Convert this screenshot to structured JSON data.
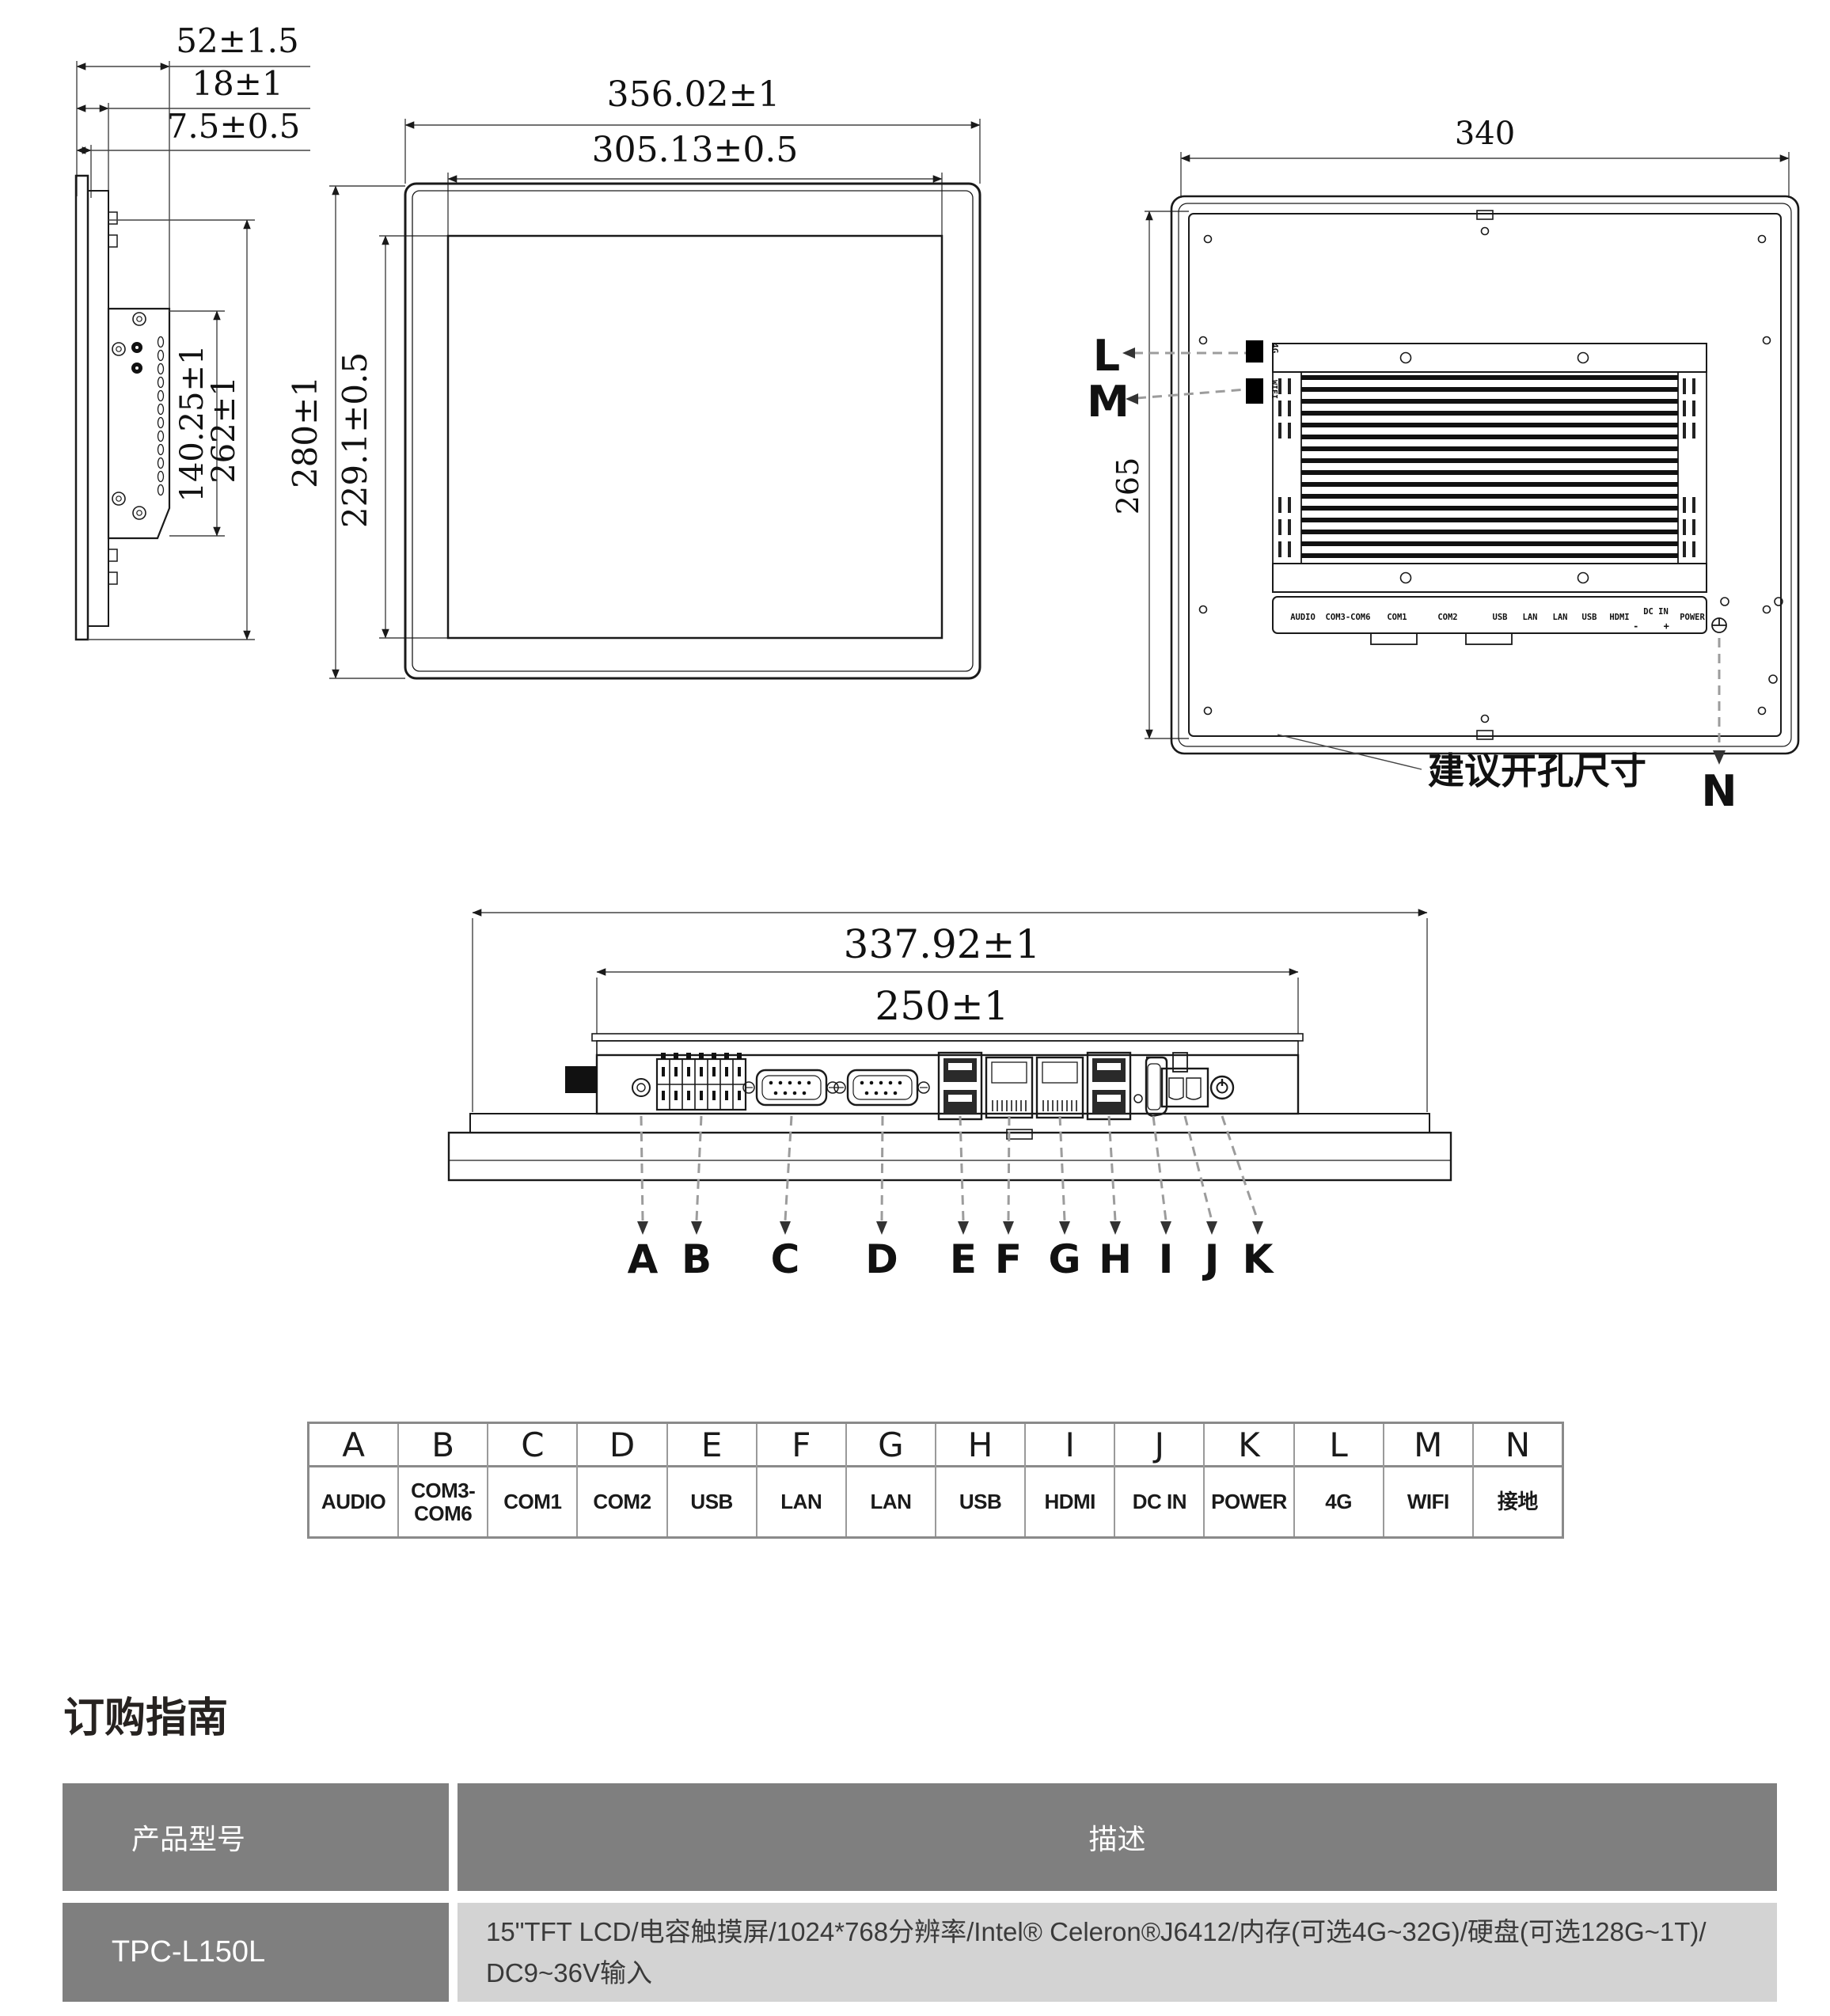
{
  "side_view": {
    "dim_depth_total": "52±1.5",
    "dim_depth_front": "18±1",
    "dim_depth_bezel": "7.5±0.5",
    "dim_height_inner": "140.25±1",
    "dim_height_body": "262±1"
  },
  "front_view": {
    "dim_width_outer": "356.02±1",
    "dim_width_display": "305.13±0.5",
    "dim_height_outer": "280±1",
    "dim_height_display": "229.1±0.5"
  },
  "rear_view": {
    "dim_width": "340",
    "dim_height": "265",
    "callout_l": "L",
    "callout_m": "M",
    "callout_n": "N",
    "cutout_note": "建议开孔尺寸",
    "antenna_top": "4G",
    "antenna_bottom": "WIFI",
    "port_strip": [
      "AUDIO",
      "COM3-COM6",
      "COM1",
      "COM2",
      "USB",
      "LAN",
      "LAN",
      "USB",
      "HDMI",
      "DC IN",
      "POWER"
    ],
    "dc_signs": "-  +"
  },
  "bottom_view": {
    "dim_width_outer": "337.92±1",
    "dim_width_body": "250±1",
    "callouts": [
      "A",
      "B",
      "C",
      "D",
      "E",
      "F",
      "G",
      "H",
      "I",
      "J",
      "K"
    ]
  },
  "port_table": {
    "entries": [
      {
        "id": "A",
        "label": "AUDIO"
      },
      {
        "id": "B",
        "label": "COM3-\nCOM6"
      },
      {
        "id": "C",
        "label": "COM1"
      },
      {
        "id": "D",
        "label": "COM2"
      },
      {
        "id": "E",
        "label": "USB"
      },
      {
        "id": "F",
        "label": "LAN"
      },
      {
        "id": "G",
        "label": "LAN"
      },
      {
        "id": "H",
        "label": "USB"
      },
      {
        "id": "I",
        "label": "HDMI"
      },
      {
        "id": "J",
        "label": "DC IN"
      },
      {
        "id": "K",
        "label": "POWER"
      },
      {
        "id": "L",
        "label": "4G"
      },
      {
        "id": "M",
        "label": "WIFI"
      },
      {
        "id": "N",
        "label": "接地"
      }
    ]
  },
  "ordering": {
    "heading": "订购指南",
    "col_model": "产品型号",
    "col_desc": "描述",
    "model": "TPC-L150L",
    "desc_lines": [
      "15\"TFT LCD/电容触摸屏/1024*768分辨率/Intel® Celeron®J6412/内存(可选4G~32G)/硬盘(可选128G~1T)/",
      "DC9~36V输入"
    ]
  }
}
